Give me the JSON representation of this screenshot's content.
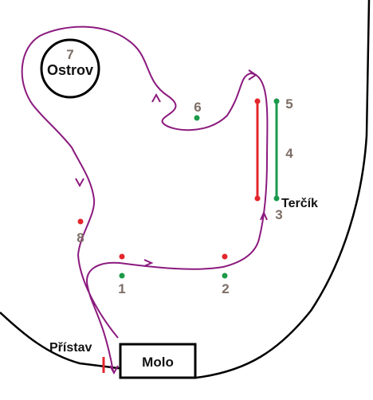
{
  "colors": {
    "shore": "#000000",
    "route": "#8b1a7e",
    "red_mark": "#e3262b",
    "green_mark": "#1a9a4a",
    "number_label": "#7d6e66",
    "place_label": "#111111"
  },
  "places": {
    "island": "Ostrov",
    "pier": "Molo",
    "harbor": "Přístav",
    "target": "Terčík"
  },
  "marks": {
    "m1": "1",
    "m2": "2",
    "m3": "3",
    "m4": "4",
    "m5": "5",
    "m6": "6",
    "m7": "7",
    "m8": "8"
  }
}
